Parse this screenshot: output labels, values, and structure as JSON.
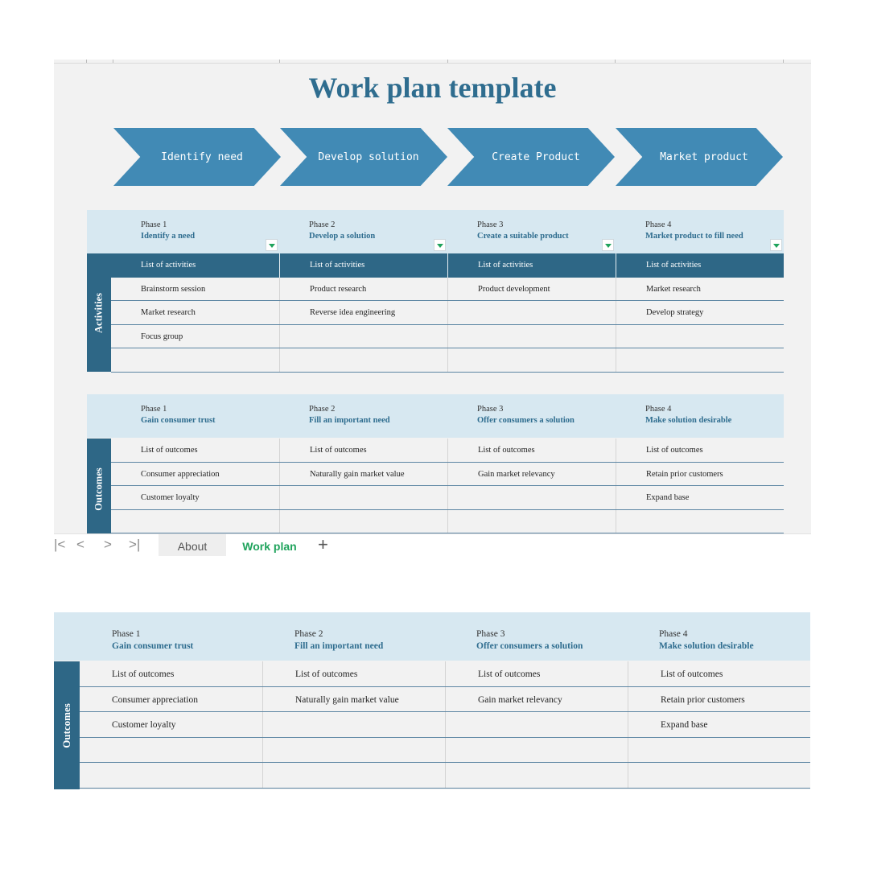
{
  "title": "Work plan template",
  "steps": [
    "Identify need",
    "Develop solution",
    "Create Product",
    "Market product"
  ],
  "activities": {
    "side_label": "Activities",
    "phases": [
      {
        "phase": "Phase 1",
        "title": "Identify a need"
      },
      {
        "phase": "Phase 2",
        "title": "Develop a solution"
      },
      {
        "phase": "Phase 3",
        "title": "Create a suitable product"
      },
      {
        "phase": "Phase 4",
        "title": "Market product to fill need"
      }
    ],
    "rows": [
      [
        "List of activities",
        "List of activities",
        "List of activities",
        "List of activities"
      ],
      [
        "Brainstorm session",
        "Product research",
        "Product development",
        "Market research"
      ],
      [
        "Market research",
        "Reverse idea engineering",
        "",
        "Develop strategy"
      ],
      [
        "Focus group",
        "",
        "",
        ""
      ],
      [
        "",
        "",
        "",
        ""
      ]
    ]
  },
  "outcomes": {
    "side_label": "Outcomes",
    "phases": [
      {
        "phase": "Phase 1",
        "title": "Gain consumer trust"
      },
      {
        "phase": "Phase 2",
        "title": "Fill an important need"
      },
      {
        "phase": "Phase 3",
        "title": "Offer consumers a solution"
      },
      {
        "phase": "Phase 4",
        "title": "Make solution desirable"
      }
    ],
    "rows": [
      [
        "List of outcomes",
        "List of outcomes",
        "List of outcomes",
        "List of outcomes"
      ],
      [
        "Consumer appreciation",
        "Naturally gain market value",
        "Gain market relevancy",
        "Retain prior customers"
      ],
      [
        "Customer loyalty",
        "",
        "",
        "Expand base"
      ],
      [
        "",
        "",
        "",
        ""
      ],
      [
        "",
        "",
        "",
        ""
      ]
    ]
  },
  "tabs": {
    "nav_first": "|<",
    "nav_prev": "<",
    "nav_next": ">",
    "nav_last": ">|",
    "items": [
      "About",
      "Work plan"
    ],
    "add": "+"
  }
}
